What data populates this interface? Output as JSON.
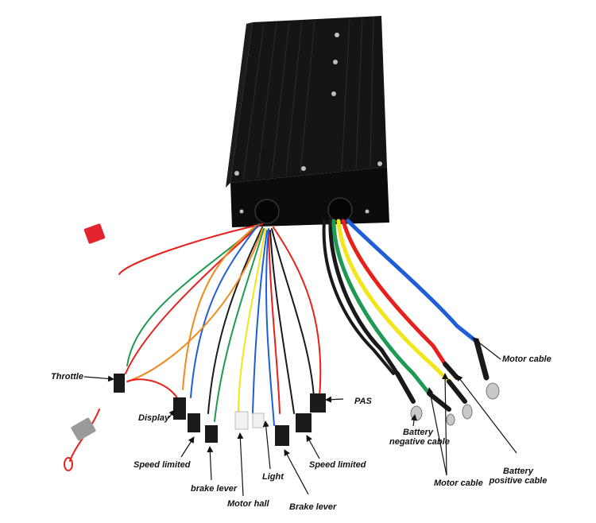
{
  "labels": {
    "throttle": "Throttle",
    "display": "Display",
    "speed_limited_left": "Speed limited",
    "brake_lever_left": "brake lever",
    "motor_hall": "Motor hall",
    "light": "Light",
    "brake_lever_right": "Brake lever",
    "speed_limited_right": "Speed limited",
    "pas": "PAS",
    "battery_negative_line1": "Battery",
    "battery_negative_line2": "negative cable",
    "motor_cable_bottom": "Motor cable",
    "battery_positive_line1": "Battery",
    "battery_positive_line2": "positive cable",
    "motor_cable_right": "Motor cable"
  },
  "colors": {
    "controller_body": "#141414",
    "wire_red": "#e8201c",
    "wire_blue": "#1e5fd8",
    "wire_yellow": "#f2e51a",
    "wire_green": "#1f9a52",
    "wire_black": "#1a1a1a",
    "wire_orange": "#f08a1c",
    "connector_red": "#e3262d"
  }
}
